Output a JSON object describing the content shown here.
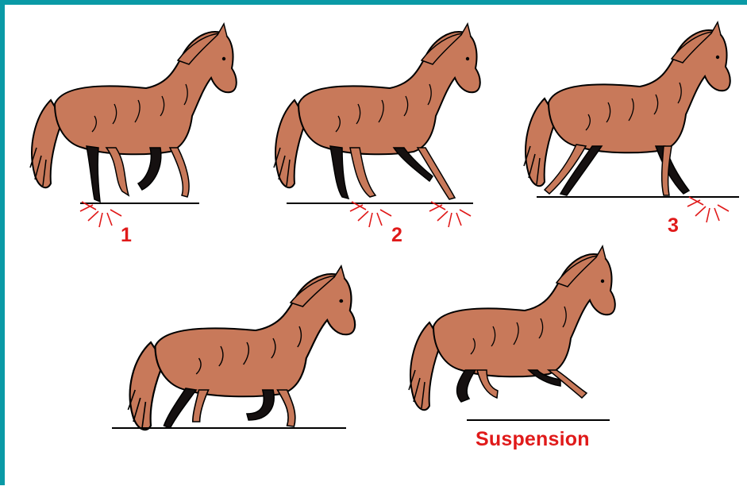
{
  "labels": {
    "stride_1": "1",
    "stride_2": "2",
    "stride_3": "3",
    "suspension": "Suspension"
  },
  "colors": {
    "frame": "#0a9aa6",
    "horse_body": "#c8795a",
    "outline": "#000000",
    "dark_leg": "#151010",
    "impact": "#e01a1a",
    "label": "#e01a1a"
  },
  "icons": [
    "horse-figure",
    "hoof-impact-mark",
    "ground-line"
  ]
}
